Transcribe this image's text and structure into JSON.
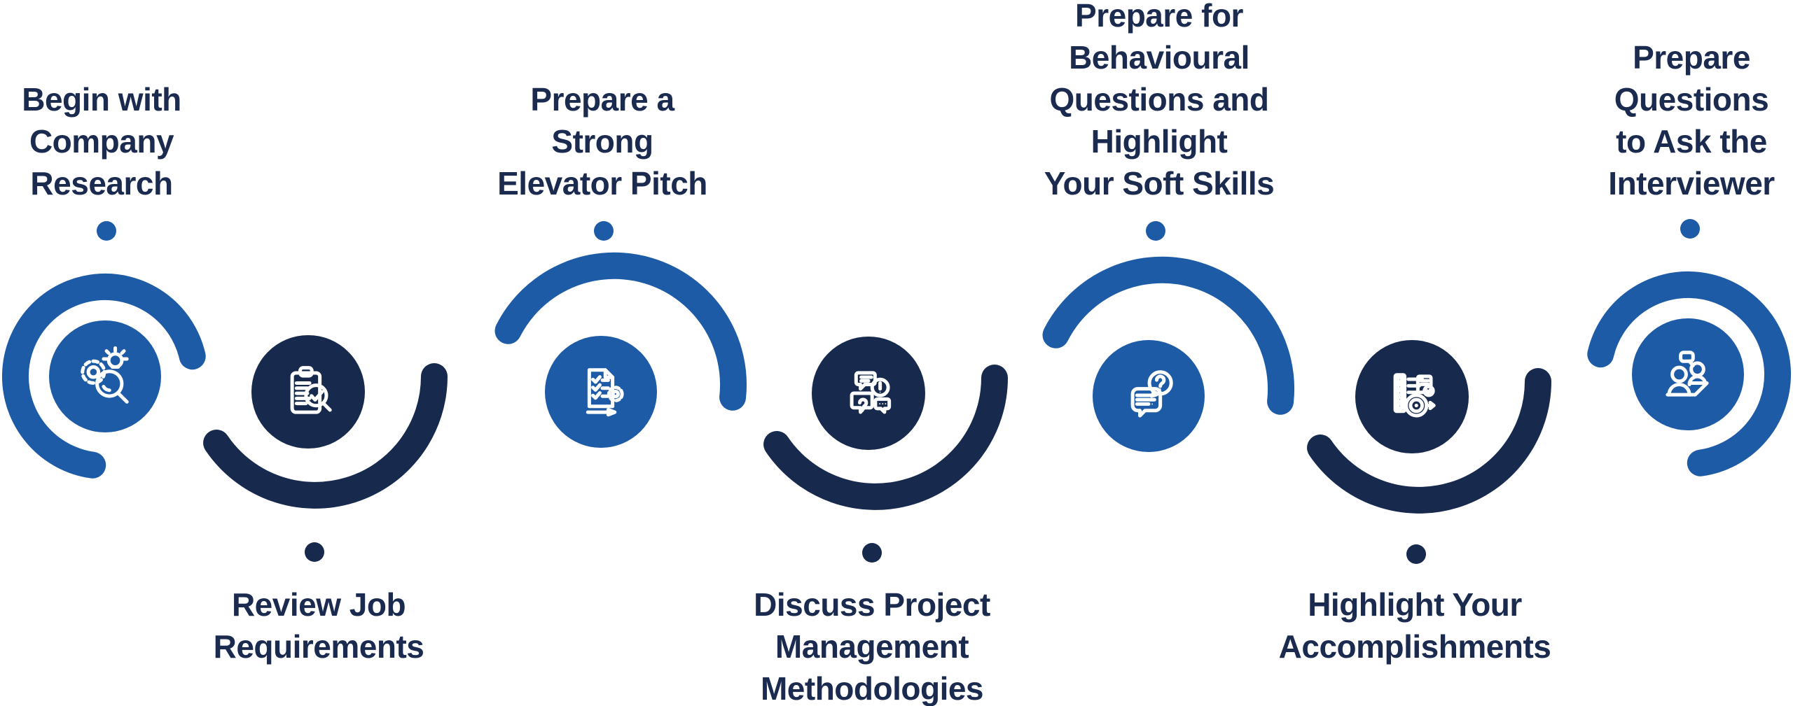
{
  "title": "Interview preparation process infographic",
  "palette": {
    "blue": "#1e5ba6",
    "navy": "#17294d",
    "text": "#1b2a4f",
    "background": "#ffffff"
  },
  "steps": [
    {
      "step": 1,
      "row": "top",
      "color": "blue",
      "icon": "gear-lightbulb-magnifier-research-icon",
      "lines": [
        "Begin with",
        "Company",
        "Research"
      ]
    },
    {
      "step": 2,
      "row": "bottom",
      "color": "navy",
      "icon": "clipboard-checklist-magnifier-check-icon",
      "lines": [
        "Review Job",
        "Requirements"
      ]
    },
    {
      "step": 3,
      "row": "top",
      "color": "blue",
      "icon": "checklist-document-gear-pencil-icon",
      "lines": [
        "Prepare a",
        "Strong",
        "Elevator Pitch"
      ]
    },
    {
      "step": 4,
      "row": "bottom",
      "color": "navy",
      "icon": "chat-bubbles-question-exclamation-icon",
      "lines": [
        "Discuss Project",
        "Management",
        "Methodologies"
      ]
    },
    {
      "step": 5,
      "row": "top",
      "color": "blue",
      "icon": "speech-bubble-question-icon",
      "lines": [
        "Prepare for",
        "Behavioural",
        "Questions and",
        "Highlight",
        "Your Soft Skills"
      ]
    },
    {
      "step": 6,
      "row": "bottom",
      "color": "navy",
      "icon": "checklist-target-achievement-icon",
      "lines": [
        "Highlight Your",
        "Accomplishments"
      ]
    },
    {
      "step": 7,
      "row": "top",
      "color": "blue",
      "icon": "interview-people-speech-icon",
      "lines": [
        "Prepare",
        "Questions",
        "to Ask the",
        "Interviewer"
      ]
    }
  ]
}
